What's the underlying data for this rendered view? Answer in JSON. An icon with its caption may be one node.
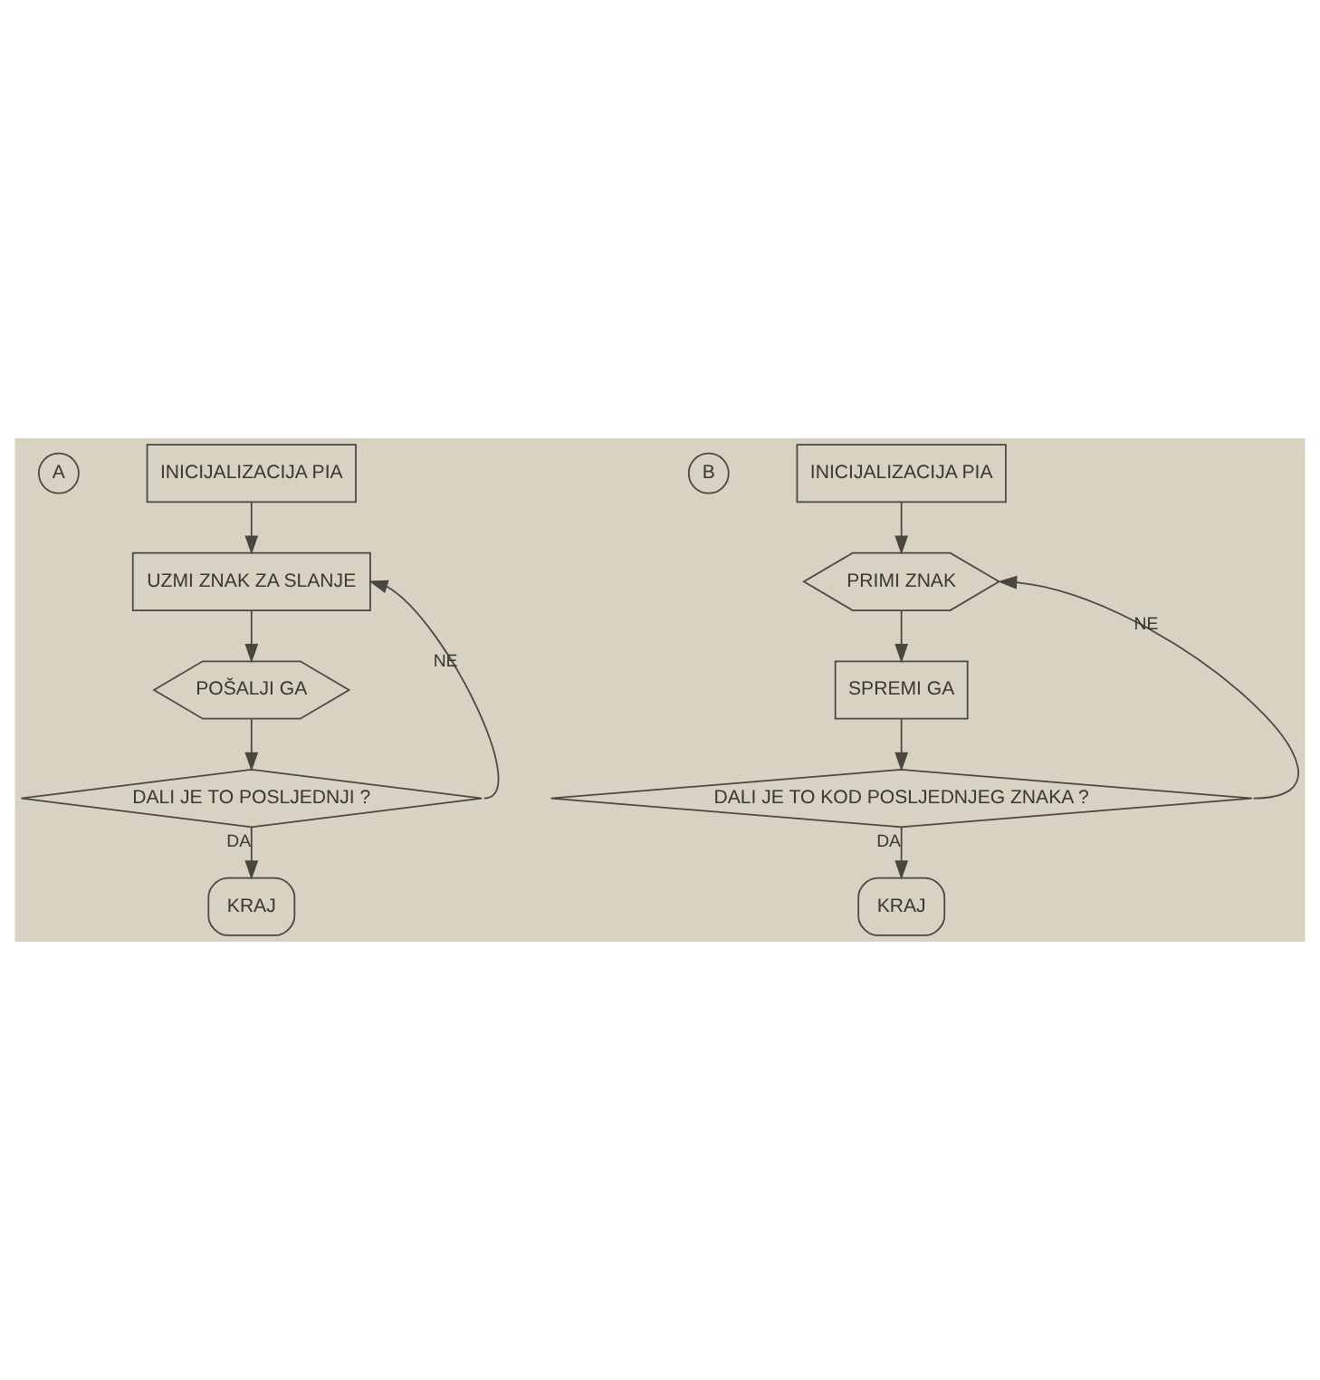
{
  "diagram": {
    "nodes": [
      {
        "text": [
          "A"
        ]
      },
      {
        "text": [
          "INICIJALIZACIJA PIA"
        ]
      },
      {
        "text": [
          "UZMI ZNAK ZA SLANJE"
        ]
      },
      {
        "text": [
          "POŠALJI GA"
        ]
      },
      {
        "text": [
          "DALI JE TO POSLJEDNJI ?"
        ]
      },
      {
        "text": [
          "KRAJ"
        ]
      },
      {
        "text": [
          "B"
        ]
      },
      {
        "text": [
          "INICIJALIZACIJA PIA"
        ]
      },
      {
        "text": [
          "PRIMI ZNAK"
        ]
      },
      {
        "text": [
          "SPREMI GA"
        ]
      },
      {
        "text": [
          "DALI JE TO KOD POSLJEDNJEG ZNAKA ?"
        ]
      },
      {
        "text": [
          "KRAJ"
        ]
      }
    ],
    "edges": [
      {
        "from": 1,
        "to": 2,
        "arrow": "to"
      },
      {
        "from": 2,
        "to": 3,
        "arrow": "to"
      },
      {
        "from": 3,
        "to": 4,
        "arrow": "to"
      },
      {
        "from": 4,
        "to": 5,
        "arrow": "to",
        "label": "DA"
      },
      {
        "from": 4,
        "to": 2,
        "arrow": "to",
        "label": "NE"
      },
      {
        "from": 7,
        "to": 8,
        "arrow": "to"
      },
      {
        "from": 8,
        "to": 9,
        "arrow": "to"
      },
      {
        "from": 9,
        "to": 10,
        "arrow": "to"
      },
      {
        "from": 10,
        "to": 11,
        "arrow": "to",
        "label": "DA"
      },
      {
        "from": 10,
        "to": 8,
        "arrow": "to",
        "label": "NE"
      }
    ]
  }
}
